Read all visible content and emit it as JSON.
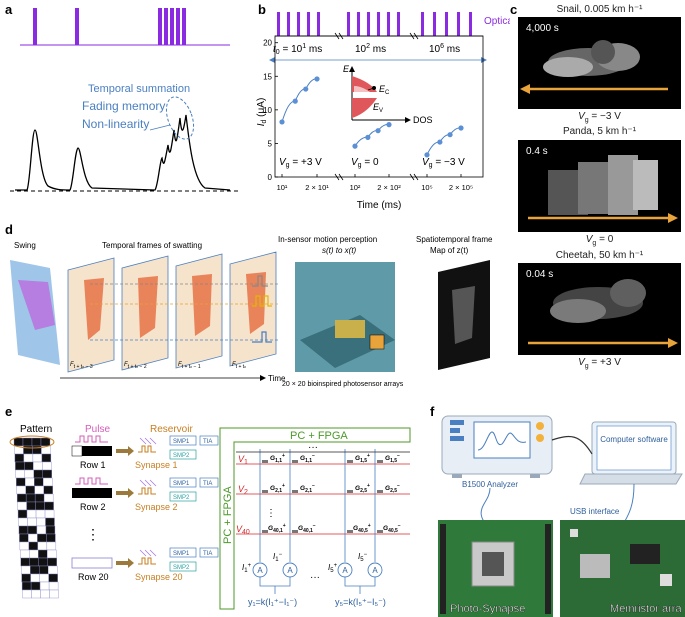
{
  "labels": {
    "a": "a",
    "b": "b",
    "c": "c",
    "d": "d",
    "e": "e",
    "f": "f"
  },
  "panel_a": {
    "title": "Temporal summation",
    "fading": "Fading memory",
    "nonlin": "Non-linearity"
  },
  "panel_b": {
    "optical": "Optical",
    "t0": "t",
    "t0_sub": "0",
    "t0_val": " = 10",
    "t0_sup": "1",
    "t0_unit": " ms",
    "t1": "10",
    "t1_sup": "2",
    "t1_unit": " ms",
    "t2": "10",
    "t2_sup": "6",
    "t2_unit": " ms",
    "ylabel": "I",
    "ylabel_sub": "d",
    "ylabel_unit": " (μA)",
    "xlabel": "Time (ms)",
    "yticks": [
      "0",
      "5",
      "10",
      "15",
      "20"
    ],
    "xticks": [
      "10¹",
      "2 × 10¹",
      "10²",
      "2 × 10²",
      "10⁵",
      "2 × 10⁵"
    ],
    "vg": [
      "V",
      "g",
      " = +3 V",
      "V",
      "g",
      " = 0",
      "V",
      "g",
      " = −3 V"
    ],
    "inset": {
      "E": "E",
      "EC": "E",
      "EC_sub": "C",
      "EV": "E",
      "EV_sub": "V",
      "dos": "DOS"
    }
  },
  "chart_data": [
    {
      "type": "line",
      "title": "",
      "xlabel": "Time (ms)",
      "ylabel": "Id (μA)",
      "ylim": [
        0,
        21
      ],
      "series": [
        {
          "name": "Vg = +3 V",
          "x": [
            10,
            13,
            16,
            20
          ],
          "values": [
            8.2,
            11.3,
            13.1,
            14.6
          ]
        },
        {
          "name": "Vg = 0",
          "x": [
            100,
            130,
            160,
            200
          ],
          "values": [
            4.6,
            5.9,
            6.9,
            7.8
          ]
        },
        {
          "name": "Vg = -3 V",
          "x": [
            100000,
            130000,
            160000,
            200000
          ],
          "values": [
            3.3,
            5.2,
            6.3,
            7.3
          ]
        }
      ]
    }
  ],
  "panel_c": {
    "snail": "Snail, 0.005 km h⁻¹",
    "snail_t": "4,000 s",
    "snail_v": "V",
    "snail_vsub": "g",
    "snail_vval": " = −3 V",
    "panda": "Panda, 5 km h⁻¹",
    "panda_t": "0.4 s",
    "panda_v": "V",
    "panda_vsub": "g",
    "panda_vval": " = 0",
    "cheetah": "Cheetah, 50 km h⁻¹",
    "cheetah_t": "0.04 s",
    "cheetah_v": "V",
    "cheetah_vsub": "g",
    "cheetah_vval": " = +3 V"
  },
  "panel_d": {
    "swing": "Swing",
    "frames_title": "Temporal frames of swatting",
    "insensor": "In-sensor motion perception",
    "s_to_x": "s(t)  to x(t)",
    "spatio": "Spatiotemporal frame",
    "map": "Map of z(t)",
    "time": "Time",
    "array": "20 × 20 bioinspired photosensor arrays",
    "f_labels": [
      "F",
      "t + tₙ − 3",
      "F",
      "t + tₙ − 2",
      "F",
      "t + tₙ − 1",
      "F",
      "t + tₙ"
    ]
  },
  "panel_e": {
    "pattern": "Pattern",
    "pulse": "Pulse",
    "reservoir": "Reservoir",
    "pcfpga_top": "PC + FPGA",
    "pcfpga_side": "PC + FPGA",
    "rows": [
      "Row 1",
      "Row 2",
      "Row 20"
    ],
    "synapses": [
      "Synapse 1",
      "Synapse 2",
      "Synapse 20"
    ],
    "smp": [
      "SMP1",
      "SMP2"
    ],
    "tia": "TIA",
    "v": [
      "V",
      "1",
      "V",
      "2",
      "V",
      "40"
    ],
    "dots": "⋮",
    "hdots": "···",
    "g_row1": [
      "G",
      "1,1",
      "+",
      "G",
      "1,1",
      "−",
      "G",
      "1,5",
      "+",
      "G",
      "1,5",
      "−"
    ],
    "g_row2": [
      "G",
      "2,1",
      "+",
      "G",
      "2,1",
      "−",
      "G",
      "2,5",
      "+",
      "G",
      "2,5",
      "−"
    ],
    "g_row40": [
      "G",
      "40,1",
      "+",
      "G",
      "40,1",
      "−",
      "G",
      "40,5",
      "+",
      "G",
      "40,5",
      "−"
    ],
    "currents": [
      "I",
      "1",
      "+",
      "I",
      "1",
      "−",
      "I",
      "5",
      "+",
      "I",
      "5",
      "−"
    ],
    "amp": "A",
    "y1": "y₁=k(I₁⁺−I₁⁻)",
    "y5": "y₅=k(I₅⁺−I₅⁻)"
  },
  "panel_f": {
    "analyzer": "B1500 Analyzer",
    "computer": "Computer software",
    "usb": "USB interface",
    "photo": "Photo-Synapse",
    "memristor": "Memristor arra"
  },
  "colors": {
    "purple": "#8a2be2",
    "blue": "#4a7fc1",
    "orange": "#e8a33a",
    "green": "#4c9a2a",
    "red": "#d62728",
    "accent_light": "#5b8fd6"
  }
}
